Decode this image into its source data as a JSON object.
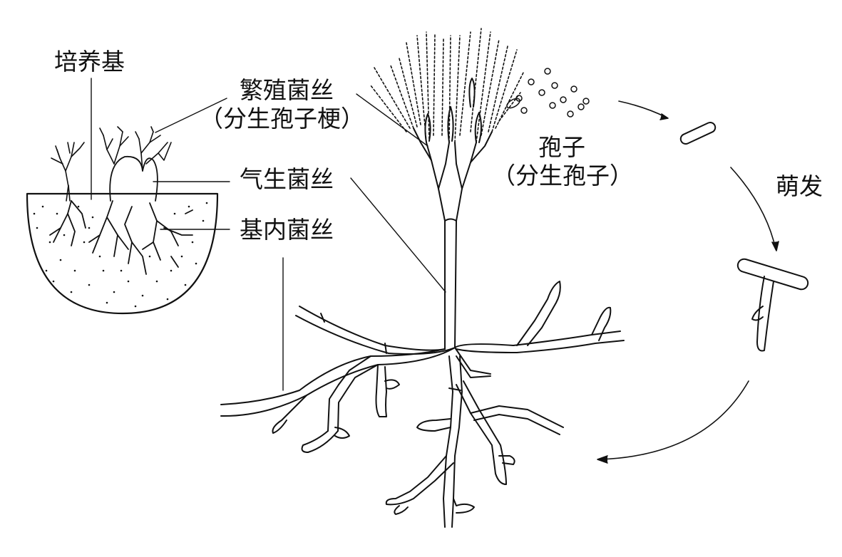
{
  "labels": {
    "medium": "培养基",
    "reproductive_hyphae": "繁殖菌丝",
    "conidiophore": "（分生孢子梗）",
    "aerial_hyphae": "气生菌丝",
    "substrate_hyphae": "基内菌丝",
    "spore": "孢子",
    "conidium": "（分生孢子）",
    "germination": "萌发"
  },
  "colors": {
    "ink": "#111111",
    "background": "#ffffff"
  }
}
